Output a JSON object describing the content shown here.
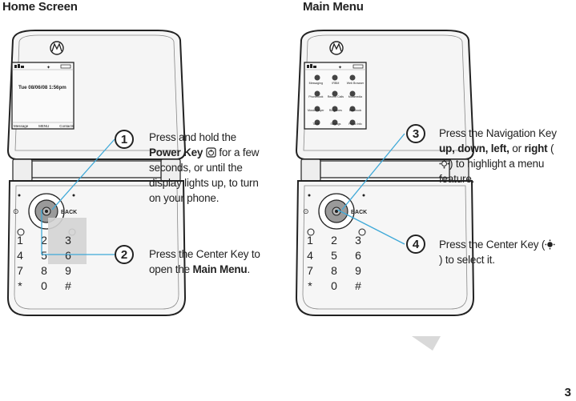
{
  "headings": {
    "home": "Home Screen",
    "main": "Main Menu"
  },
  "home_screen": {
    "datetime": "Tue 08/06/08 1:56pm",
    "softkeys": [
      "Message",
      "MENU",
      "Contacts"
    ]
  },
  "main_menu_screen": {
    "items": [
      "Messaging",
      "IRBM",
      "Web Browser",
      "Phonebook",
      "Recent Calls",
      "Multimedia",
      "Music Player",
      "Ringtones",
      "Datebook",
      "Tools",
      "Settings",
      "Photo Info"
    ]
  },
  "keypad": {
    "keys": [
      "1",
      "2",
      "3",
      "4",
      "5",
      "6",
      "7",
      "8",
      "9",
      "*",
      "0",
      "#"
    ],
    "back_label": "BACK"
  },
  "steps": [
    {
      "number": "1",
      "pre": "Press and hold the ",
      "bold1": "Power Key",
      "mid": " for a few seconds, or until the display lights up, to turn on your phone.",
      "bold2": "",
      "post": ""
    },
    {
      "number": "2",
      "pre": "Press the Center Key to open the ",
      "bold1": "Main Menu",
      "mid": ".",
      "bold2": "",
      "post": ""
    },
    {
      "number": "3",
      "pre": "Press the Navigation Key ",
      "bold1": "up, down, left,",
      "mid": " or ",
      "bold2": "right",
      "post": " to highlight a menu feature."
    },
    {
      "number": "4",
      "pre": "Press the Center Key ",
      "bold1": "",
      "mid": " to select it.",
      "bold2": "",
      "post": ""
    }
  ],
  "page_number": "3"
}
